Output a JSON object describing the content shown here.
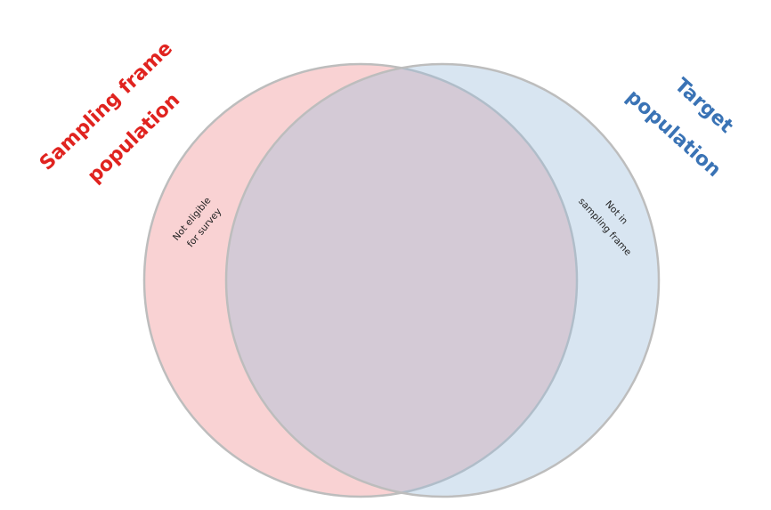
{
  "colors": {
    "left_circle_fill": "#f08a8c",
    "right_circle_fill": "#9dbfdc",
    "left_label_color": "#e0231f",
    "right_label_color": "#3a73b5",
    "circle_stroke": "#bdbdbd"
  },
  "labels": {
    "left_title_line1": "Sampling frame",
    "left_title_line2": "population",
    "right_title_line1": "Target",
    "right_title_line2": "population",
    "left_region_line1": "Not eligible",
    "left_region_line2": "for survey",
    "right_region_line1": "Not in",
    "right_region_line2": "sampling frame"
  }
}
